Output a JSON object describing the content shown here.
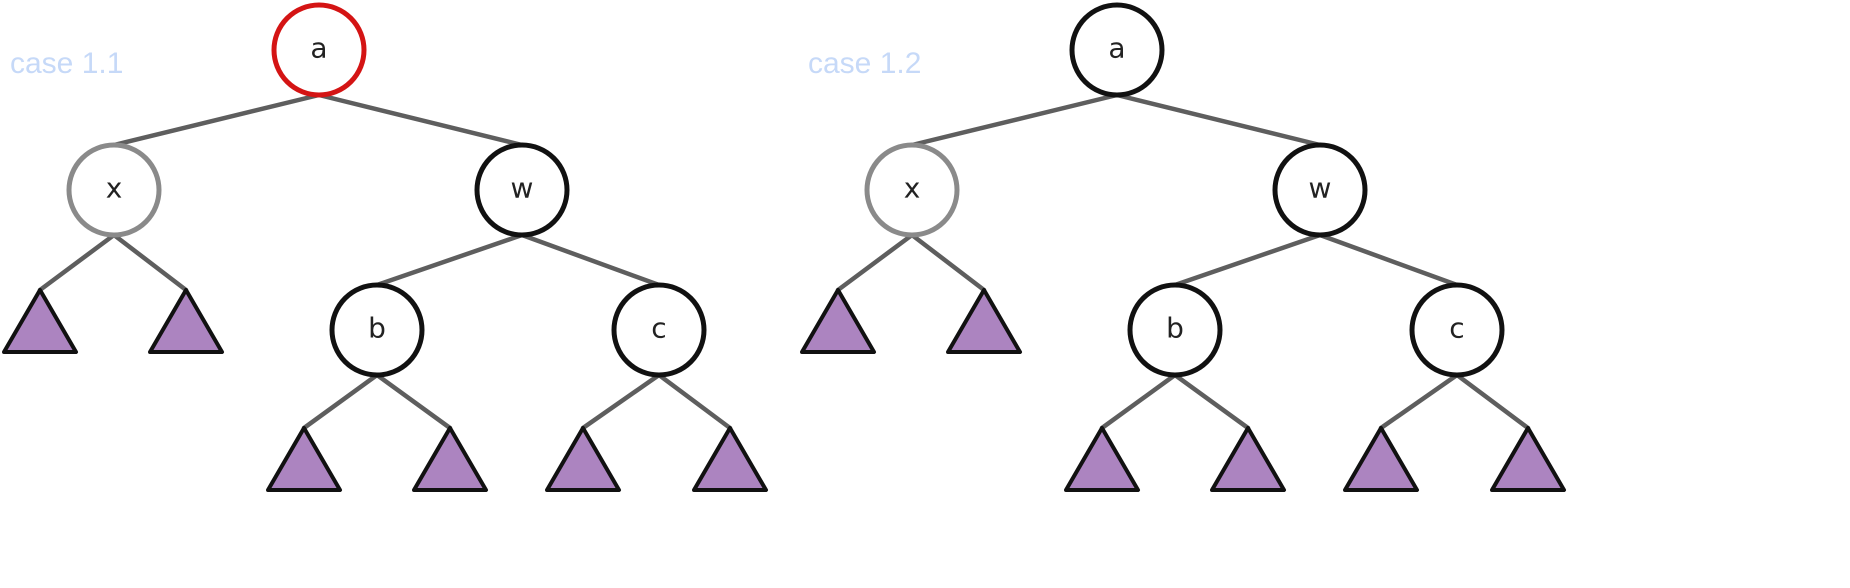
{
  "colors": {
    "highlight": "#d41414",
    "normal": "#111111",
    "faded": "#8a8a8a",
    "subtree_fill": "#ac84c0",
    "case_label": "#c6d9f8"
  },
  "diagrams": [
    {
      "label": "case 1.1",
      "nodes": {
        "a": {
          "label": "a",
          "state": "highlight"
        },
        "x": {
          "label": "x",
          "state": "faded"
        },
        "w": {
          "label": "w",
          "state": "normal"
        },
        "b": {
          "label": "b",
          "state": "normal"
        },
        "c": {
          "label": "c",
          "state": "normal"
        }
      }
    },
    {
      "label": "case 1.2",
      "nodes": {
        "a": {
          "label": "a",
          "state": "normal"
        },
        "x": {
          "label": "x",
          "state": "faded"
        },
        "w": {
          "label": "w",
          "state": "normal"
        },
        "b": {
          "label": "b",
          "state": "normal"
        },
        "c": {
          "label": "c",
          "state": "normal"
        }
      }
    }
  ]
}
